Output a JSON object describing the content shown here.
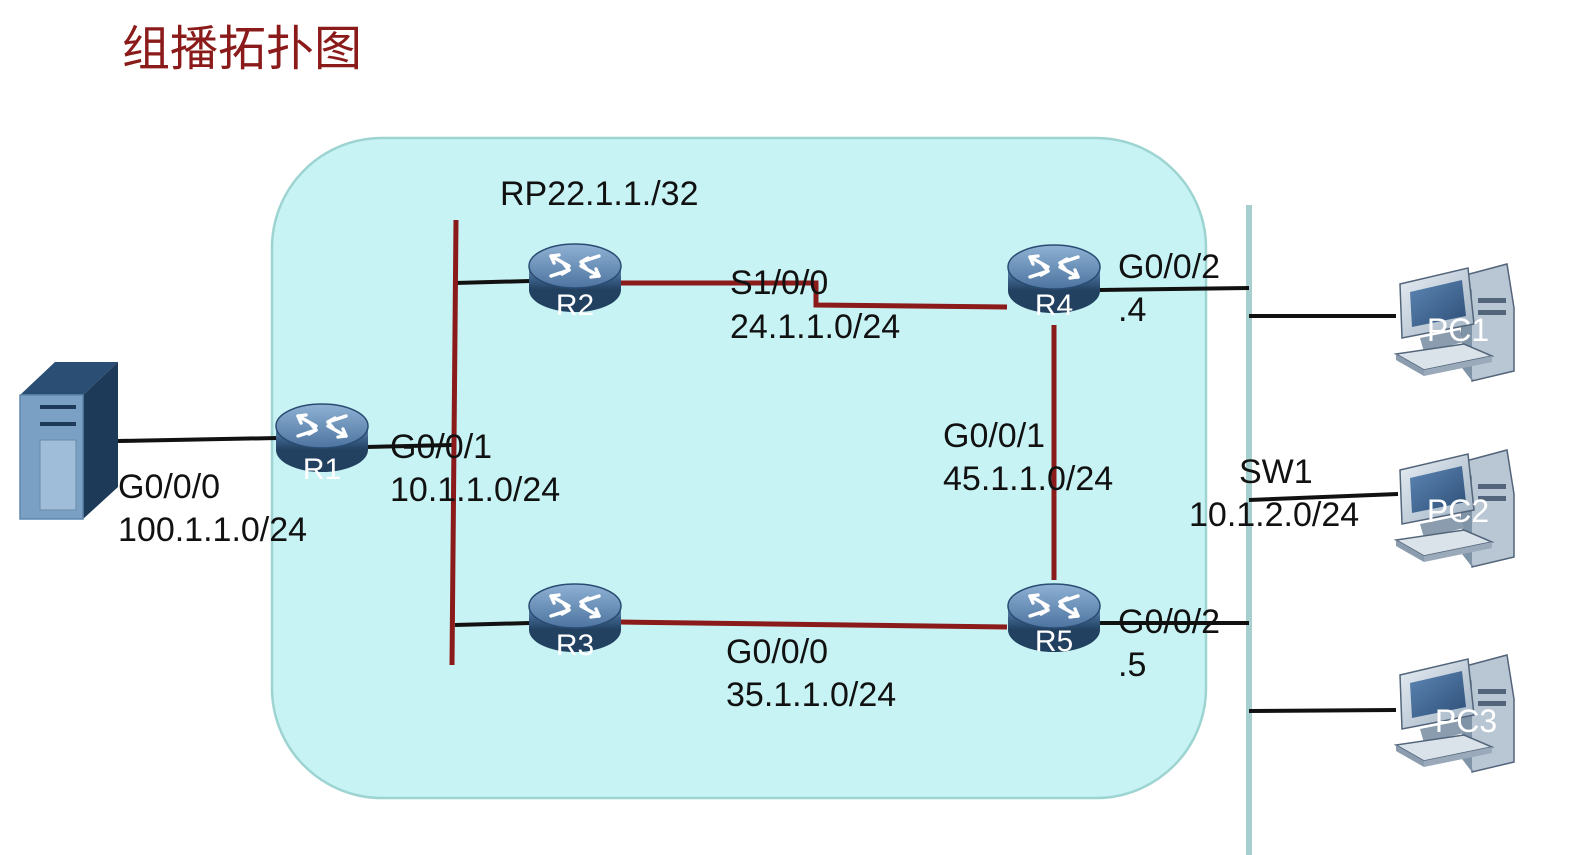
{
  "title": "组播拓扑图",
  "colors": {
    "title": "#8b1a1a",
    "multicast_link": "#8b1a1a",
    "plain_link": "#111111",
    "domain_fill": "#c8f3f5",
    "domain_border": "#9dd4d2",
    "switch_bus": "#a8cfcf",
    "sw_label": "#e02020",
    "router_body": "#3a5f87",
    "server_body": "#7aa1c4"
  },
  "rp_label": "RP22.1.1./32",
  "routers": {
    "r1": {
      "name": "R1",
      "icon": "router-icon"
    },
    "r2": {
      "name": "R2",
      "icon": "router-icon"
    },
    "r3": {
      "name": "R3",
      "icon": "router-icon"
    },
    "r4": {
      "name": "R4",
      "icon": "router-icon"
    },
    "r5": {
      "name": "R5",
      "icon": "router-icon"
    }
  },
  "server": {
    "icon": "server-icon"
  },
  "switch": {
    "name": "SW1",
    "subnet": "10.1.2.0/24"
  },
  "pcs": [
    {
      "name": "PC1",
      "icon": "pc-icon"
    },
    {
      "name": "PC2",
      "icon": "pc-icon"
    },
    {
      "name": "PC3",
      "icon": "pc-icon"
    }
  ],
  "links": {
    "server_r1": {
      "iface": "G0/0/0",
      "subnet": "100.1.1.0/24"
    },
    "r1_bus": {
      "iface": "G0/0/1",
      "subnet": "10.1.1.0/24"
    },
    "r2_r4": {
      "iface": "S1/0/0",
      "subnet": "24.1.1.0/24"
    },
    "r4_r5": {
      "iface": "G0/0/1",
      "subnet": "45.1.1.0/24"
    },
    "r3_r5": {
      "iface": "G0/0/0",
      "subnet": "35.1.1.0/24"
    },
    "r4_sw": {
      "iface": "G0/0/2",
      "host": ".4"
    },
    "r5_sw": {
      "iface": "G0/0/2",
      "host": ".5"
    }
  }
}
